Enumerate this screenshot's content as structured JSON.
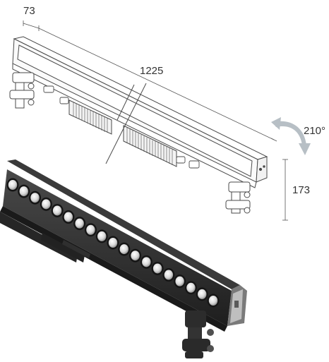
{
  "dimensions": {
    "depth": "73",
    "length": "1225",
    "rotation": "210°",
    "height": "173"
  },
  "colors": {
    "line": "#4a4a4a",
    "dimension_line": "#555555",
    "arrow": "#b7bfc5",
    "housing": "#2b2b2b",
    "housing_side": "#3c3c3c",
    "lens": "#e6e6e6",
    "bracket": "#303030"
  },
  "led_count": 19
}
